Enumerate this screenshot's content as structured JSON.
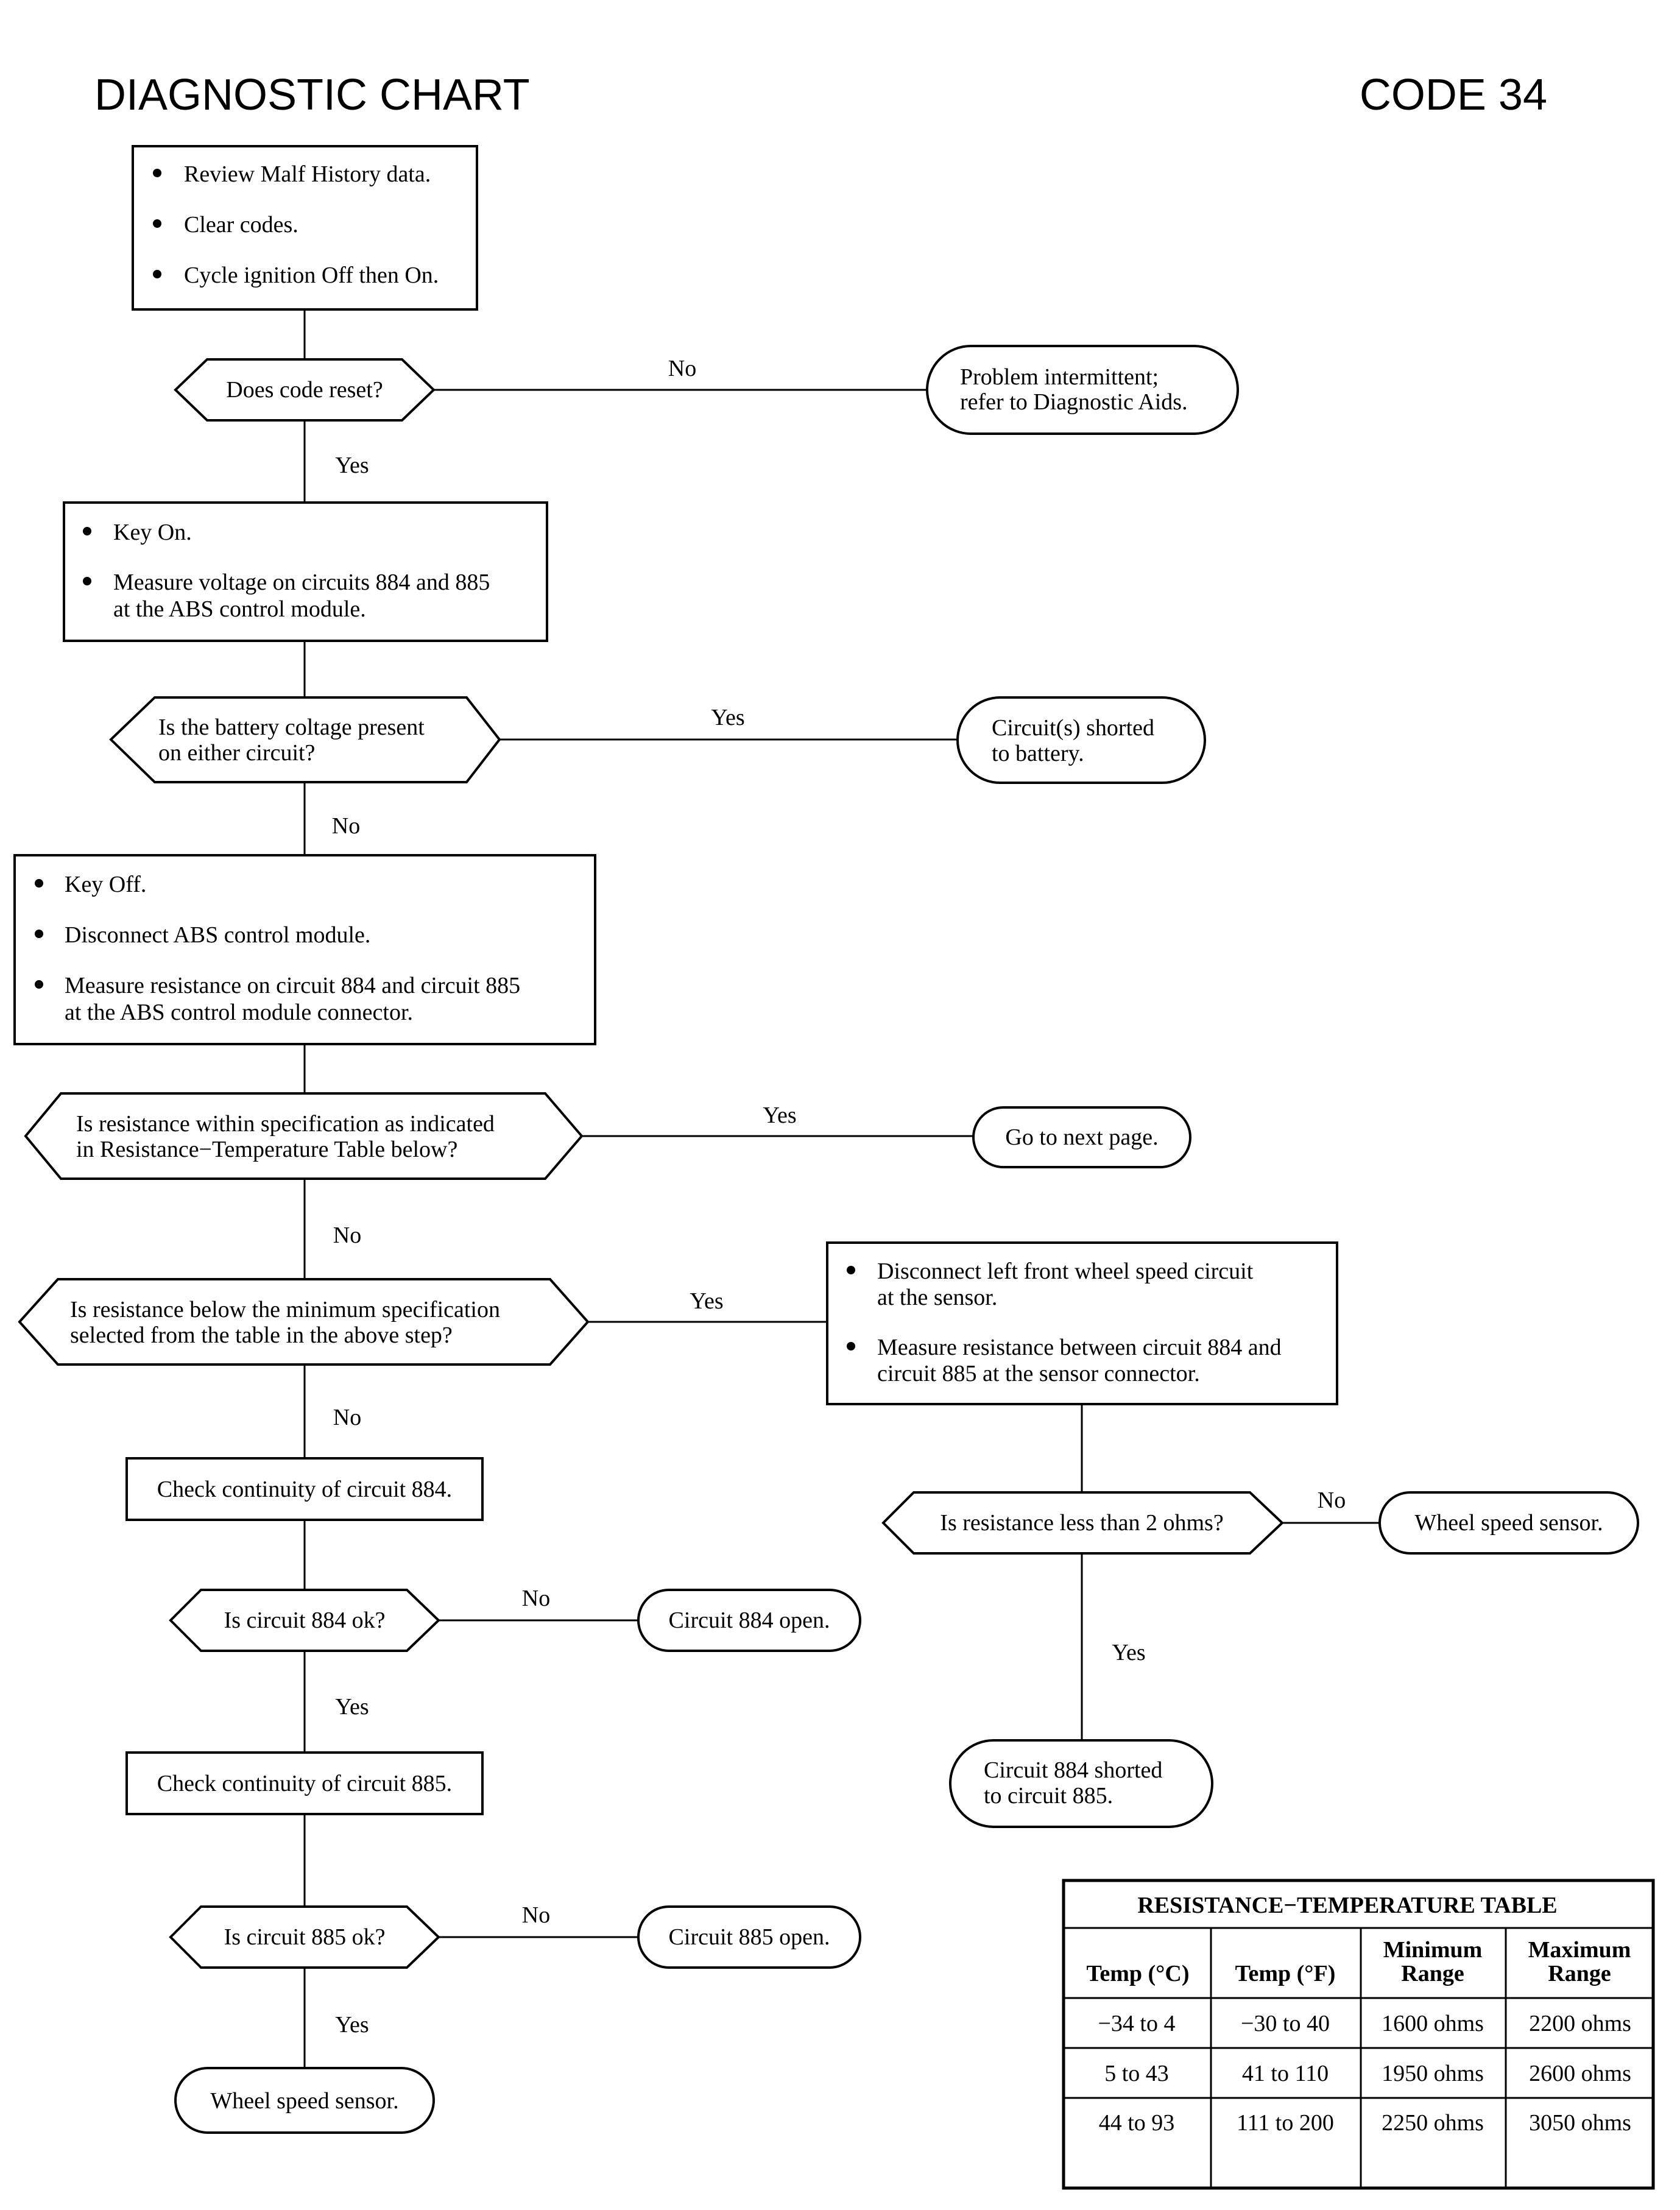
{
  "header": {
    "title": "DIAGNOSTIC CHART",
    "code": "CODE 34"
  },
  "steps": {
    "s1": [
      "Review Malf History data.",
      "Clear codes.",
      "Cycle ignition Off then On."
    ],
    "s2": [
      "Key On.",
      "Measure voltage on circuits 884 and 885",
      "at the ABS control module."
    ],
    "s3": [
      "Key Off.",
      "Disconnect ABS control module.",
      "Measure resistance on circuit 884 and circuit 885",
      "at the ABS control module connector."
    ],
    "s4": [
      "Disconnect left front wheel speed circuit",
      "at the sensor.",
      "Measure resistance between circuit 884 and",
      "circuit 885 at the sensor connector."
    ],
    "check884": "Check continuity of circuit 884.",
    "check885": "Check continuity of circuit 885."
  },
  "decisions": {
    "d1": [
      "Does code reset?"
    ],
    "d2": [
      "Is the battery coltage present",
      "on either circuit?"
    ],
    "d3": [
      "Is resistance within specification as indicated",
      "in Resistance−Temperature Table below?"
    ],
    "d4": [
      "Is resistance below the minimum specification",
      "selected from the table in the above step?"
    ],
    "d5": [
      "Is resistance less than 2 ohms?"
    ],
    "d6": [
      "Is circuit 884 ok?"
    ],
    "d7": [
      "Is circuit 885 ok?"
    ]
  },
  "results": {
    "r1": [
      "Problem intermittent;",
      "refer to Diagnostic Aids."
    ],
    "r2": [
      "Circuit(s) shorted",
      "to battery."
    ],
    "r3": [
      "Go to next page."
    ],
    "r4": [
      "Wheel speed sensor."
    ],
    "r5": [
      "Circuit 884 shorted",
      "to circuit 885."
    ],
    "r6": [
      "Circuit 884 open."
    ],
    "r7": [
      "Circuit 885 open."
    ],
    "r8": [
      "Wheel speed sensor."
    ]
  },
  "edge_labels": {
    "yes": "Yes",
    "no": "No"
  },
  "table": {
    "title": "RESISTANCE−TEMPERATURE TABLE",
    "headers": [
      "Temp (°C)",
      "Temp (°F)",
      "Minimum Range",
      "Maximum Range"
    ],
    "header_lines": [
      [
        "Temp (°C)"
      ],
      [
        "Temp (°F)"
      ],
      [
        "Minimum",
        "Range"
      ],
      [
        "Maximum",
        "Range"
      ]
    ],
    "rows": [
      [
        "−34 to 4",
        "−30 to 40",
        "1600 ohms",
        "2200 ohms"
      ],
      [
        "5 to 43",
        "41 to 110",
        "1950 ohms",
        "2600 ohms"
      ],
      [
        "44 to 93",
        "111 to 200",
        "2250 ohms",
        "3050 ohms"
      ]
    ]
  }
}
